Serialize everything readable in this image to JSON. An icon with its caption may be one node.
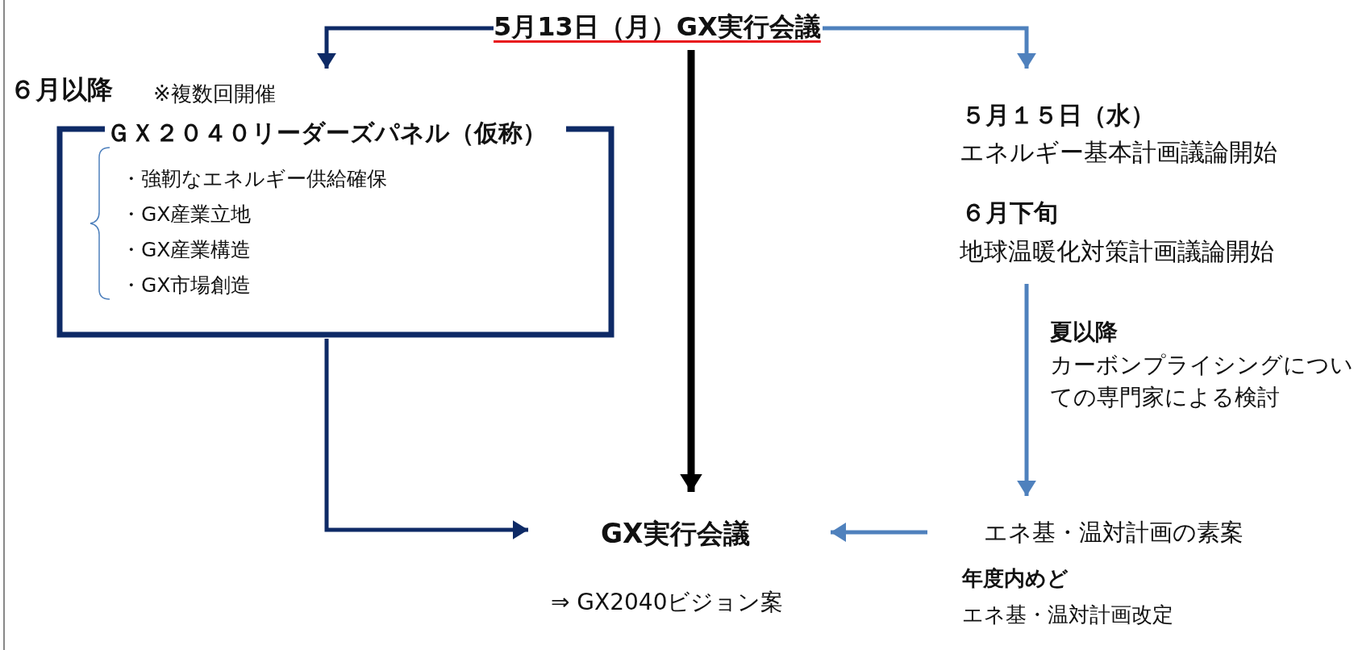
{
  "diagram": {
    "nodes": [
      {
        "text": [
          "5月13日（月）GX実行会議"
        ]
      },
      {
        "text": [
          "６月以降",
          "※複数回開催",
          "ＧＸ２０４０リーダーズパネル（仮称）",
          "・強靭なエネルギー供給確保",
          "・GX産業立地",
          "・GX産業構造",
          "・GX市場創造"
        ]
      },
      {
        "text": [
          "５月１５日（水）",
          "エネルギー基本計画議論開始"
        ]
      },
      {
        "text": [
          "６月下旬",
          "地球温暖化対策計画議論開始"
        ]
      },
      {
        "text": [
          "GX実行会議"
        ],
        "beside": [
          "⇒  GX2040ビジョン案"
        ]
      },
      {
        "text": [
          "エネ基・温対計画の素案"
        ]
      }
    ],
    "edges": [
      {
        "from": 0,
        "to": 1,
        "arrow": "to",
        "color": "#0e2a66"
      },
      {
        "from": 0,
        "to": 2,
        "arrow": "to",
        "color": "#4f81bd"
      },
      {
        "from": 0,
        "to": 4,
        "arrow": "to",
        "style": "thick",
        "color": "#000000"
      },
      {
        "from": 1,
        "to": 4,
        "arrow": "to",
        "color": "#0e2a66"
      },
      {
        "from": 3,
        "to": 5,
        "arrow": "to",
        "color": "#4f81bd",
        "label": "**夏以降**カーボンプライシングについての専門家による検討"
      },
      {
        "from": 5,
        "to": 4,
        "arrow": "to",
        "color": "#4f81bd"
      }
    ],
    "labels": [
      "年度内めど",
      "エネ基・温対計画改定"
    ]
  }
}
